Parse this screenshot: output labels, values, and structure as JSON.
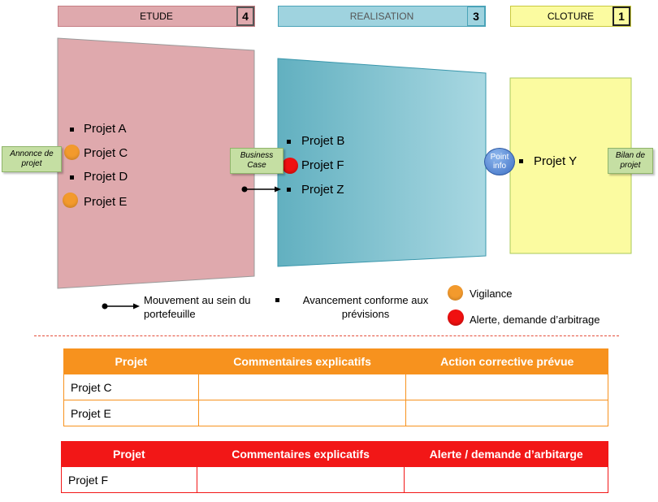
{
  "phases": [
    {
      "label": "ETUDE",
      "count": "4",
      "color": "#dfa9ad"
    },
    {
      "label": "REALISATION",
      "count": "3",
      "color": "#9fd3df"
    },
    {
      "label": "CLOTURE",
      "count": "1",
      "color": "#fbfba0"
    }
  ],
  "etude_projects": [
    "Projet A",
    "Projet C",
    "Projet D",
    "Projet E"
  ],
  "realisation_projects": [
    "Projet B",
    "Projet F",
    "Projet Z"
  ],
  "cloture_projects": [
    "Projet Y"
  ],
  "callouts": {
    "annonce": "Annonce de projet",
    "business_case": "Business Case",
    "point_info": "Point info",
    "bilan": "Bilan de projet"
  },
  "legend": {
    "movement": "Mouvement au sein du portefeuille",
    "conforme": "Avancement conforme aux prévisions",
    "vigilance": "Vigilance",
    "alerte": "Alerte, demande d’arbitrage"
  },
  "table_vigilance": {
    "headers": [
      "Projet",
      "Commentaires explicatifs",
      "Action corrective prévue"
    ],
    "rows": [
      [
        "Projet C",
        "",
        ""
      ],
      [
        "Projet E",
        "",
        ""
      ]
    ],
    "color": "#f7921e"
  },
  "table_alerte": {
    "headers": [
      "Projet",
      "Commentaires explicatifs",
      "Alerte / demande d’arbitarge"
    ],
    "rows": [
      [
        "Projet F",
        "",
        ""
      ]
    ],
    "color": "#f21717"
  }
}
